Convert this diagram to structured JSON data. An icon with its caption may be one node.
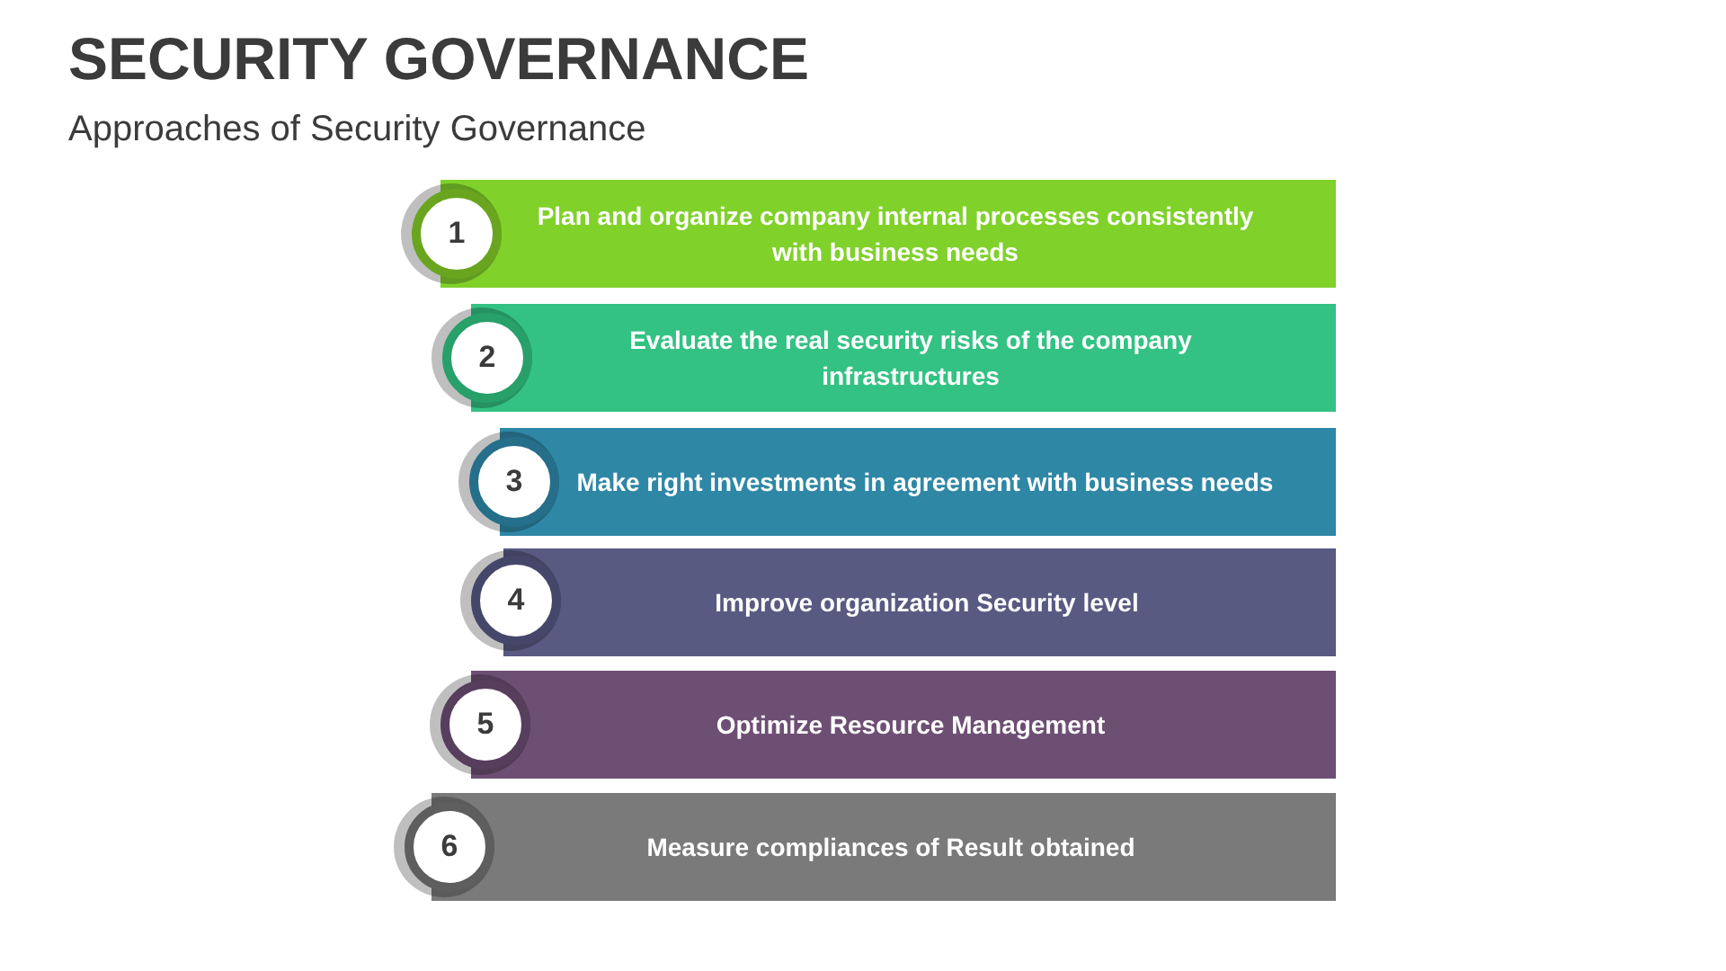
{
  "diagram": {
    "title": "SECURITY GOVERNANCE",
    "caption": "Approaches of Security Governance",
    "nodes": [
      {
        "text": [
          "Plan and organize company internal processes consistently with business needs"
        ]
      },
      {
        "text": [
          "1"
        ]
      },
      {
        "text": [
          "Evaluate the real security risks of the company infrastructures"
        ]
      },
      {
        "text": [
          "2"
        ]
      },
      {
        "text": [
          "Make right investments in agreement with business needs"
        ]
      },
      {
        "text": [
          "3"
        ]
      },
      {
        "text": [
          "Improve organization Security level"
        ]
      },
      {
        "text": [
          "4"
        ]
      },
      {
        "text": [
          "Optimize Resource Management"
        ]
      },
      {
        "text": [
          "5"
        ]
      },
      {
        "text": [
          "Measure compliances of Result obtained"
        ]
      },
      {
        "text": [
          "6"
        ]
      }
    ],
    "edges": []
  }
}
